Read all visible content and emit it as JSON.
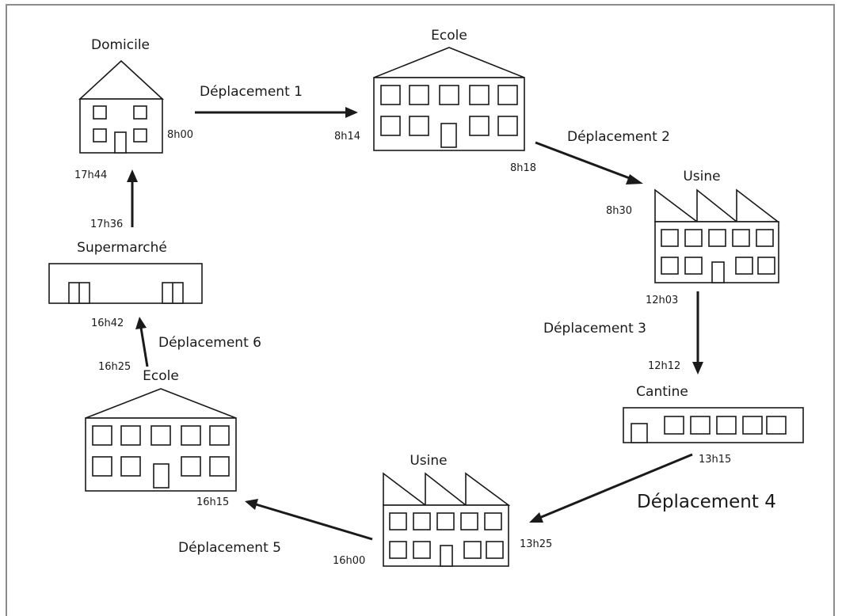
{
  "places": {
    "domicile": "Domicile",
    "ecole_top": "Ecole",
    "usine_right": "Usine",
    "cantine": "Cantine",
    "usine_bottom": "Usine",
    "ecole_left": "Ecole",
    "supermarche": "Supermarché"
  },
  "times": {
    "t_domicile_depart": "8h00",
    "t_ecole_arrivee": "8h14",
    "t_ecole_depart": "8h18",
    "t_usine_arrivee": "8h30",
    "t_usine_depart": "12h03",
    "t_cantine_arrivee": "12h12",
    "t_cantine_depart": "13h15",
    "t_usine2_arrivee": "13h25",
    "t_usine2_depart": "16h00",
    "t_ecole2_arrivee": "16h15",
    "t_ecole2_depart": "16h25",
    "t_super_arrivee": "16h42",
    "t_super_depart": "17h36",
    "t_domicile_arrivee": "17h44"
  },
  "moves": {
    "d1": "Déplacement 1",
    "d2": "Déplacement 2",
    "d3": "Déplacement 3",
    "d4": "Déplacement 4",
    "d5": "Déplacement 5",
    "d6": "Déplacement 6"
  },
  "colors": {
    "ink": "#1a1a1a",
    "frame": "#8c8c8c",
    "background": "#ffffff"
  }
}
